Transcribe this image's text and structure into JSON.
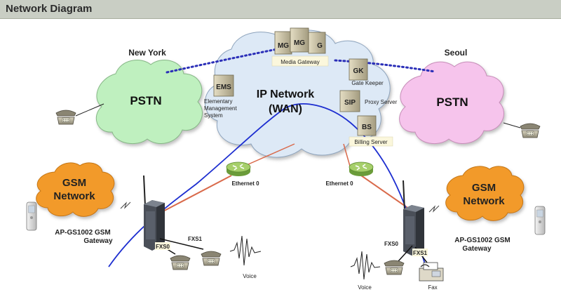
{
  "header": {
    "title": "Network Diagram"
  },
  "cities": {
    "left": "New York",
    "right": "Seoul"
  },
  "clouds": {
    "pstn_left": "PSTN",
    "pstn_right": "PSTN",
    "ip_line1": "IP Network",
    "ip_line2": "(WAN)",
    "gsm_left_line1": "GSM",
    "gsm_left_line2": "Network",
    "gsm_right_line1": "GSM",
    "gsm_right_line2": "Network"
  },
  "servers": {
    "mg1": "MG",
    "mg2": "MG",
    "mg3": "G",
    "media_gateway": "Media Gateway",
    "gk": "GK",
    "gate_keeper": "Gate Keeper",
    "ems": "EMS",
    "ems_line1": "Elementary",
    "ems_line2": "Management",
    "ems_line3": "System",
    "sip": "SIP",
    "proxy_server": "Proxy Server",
    "bs": "BS",
    "billing_server": "Billing Server"
  },
  "links": {
    "eth_left": "Ethernet 0",
    "eth_right": "Ethernet 0"
  },
  "gateways": {
    "left_line1": "AP-GS1002  GSM",
    "left_line2": "Gateway",
    "right_line1": "AP-GS1002 GSM",
    "right_line2": "Gateway"
  },
  "ports": {
    "fxs0_left": "FXS0",
    "fxs1_left": "FXS1",
    "fxs0_right": "FXS0",
    "fxs1_right": "FXS1"
  },
  "devices": {
    "voice_left": "Voice",
    "voice_right": "Voice",
    "fax": "Fax"
  },
  "colors": {
    "pstn_left": "#bff0bf",
    "pstn_right": "#f6c4ec",
    "ip_network": "#dde9f6",
    "gsm": "#f29a2a",
    "dotted_link": "#2b2fb8",
    "blue_line": "#1d2ed0",
    "ethernet": "#d96a4b"
  }
}
